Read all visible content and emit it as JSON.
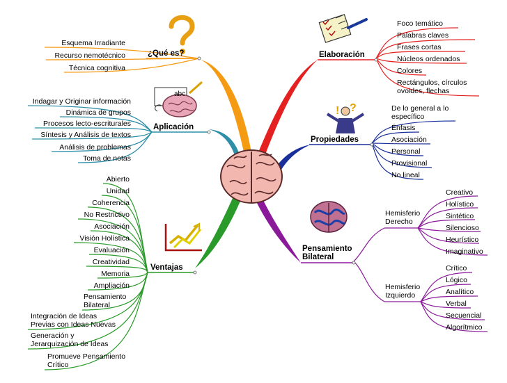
{
  "center": {
    "icon": "brain-icon"
  },
  "branches": [
    {
      "key": "que_es",
      "title": "¿Qué es?",
      "color": "#f59a13",
      "icon": "question-mark-icon",
      "items": [
        "Esquema Irradiante",
        "Recurso nemotécnico",
        "Técnica cognitiva"
      ]
    },
    {
      "key": "aplicacion",
      "title": "Aplicación",
      "color": "#2f8fa8",
      "icon": "writing-brain-icon",
      "items": [
        "Indagar y Originar información",
        "Dinámica de grupos",
        "Procesos lecto-escriturales",
        "Síntesis y Análisis de textos",
        "Análisis de problemas",
        "Toma de notas"
      ]
    },
    {
      "key": "ventajas",
      "title": "Ventajas",
      "color": "#2a9a2a",
      "icon": "rising-arrow-chart-icon",
      "items": [
        "Abierto",
        "Unidad",
        "Coherencia",
        "No Restrictivo",
        "Asociación",
        "Visión Holística",
        "Evaluación",
        "Creatividad",
        "Memoria",
        "Ampliación",
        "Pensamiento Bilateral",
        "Integración de Ideas Previas con Ideas Nuevas",
        "Generación y Jerarquización de Ideas",
        "Promueve Pensamiento Crítico"
      ]
    },
    {
      "key": "elaboracion",
      "title": "Elaboración",
      "color": "#e52020",
      "icon": "checklist-pen-icon",
      "items": [
        "Foco temático",
        "Palabras claves",
        "Frases cortas",
        "Núcleos ordenados",
        "Colores",
        "Rectángulos, círculos ovoides, flechas"
      ]
    },
    {
      "key": "propiedades",
      "title": "Propiedades",
      "color": "#1a2f9a",
      "icon": "thinking-person-icon",
      "items": [
        "De lo general a lo específico",
        "Énfasis",
        "Asociación",
        "Personal",
        "Provisional",
        "No lineal"
      ]
    },
    {
      "key": "pensamiento",
      "title": "Pensamiento Bilateral",
      "color": "#8a1a9a",
      "icon": "brain-hemispheres-icon",
      "groups": [
        {
          "title": "Hemisferio Derecho",
          "items": [
            "Creativo",
            "Holístico",
            "Sintético",
            "Silencioso",
            "Heurístico",
            "Imaginativo"
          ]
        },
        {
          "title": "Hemisferio Izquierdo",
          "items": [
            "Crítico",
            "Lógico",
            "Analítico",
            "Verbal",
            "Secuencial",
            "Algorítmico"
          ]
        }
      ]
    }
  ]
}
